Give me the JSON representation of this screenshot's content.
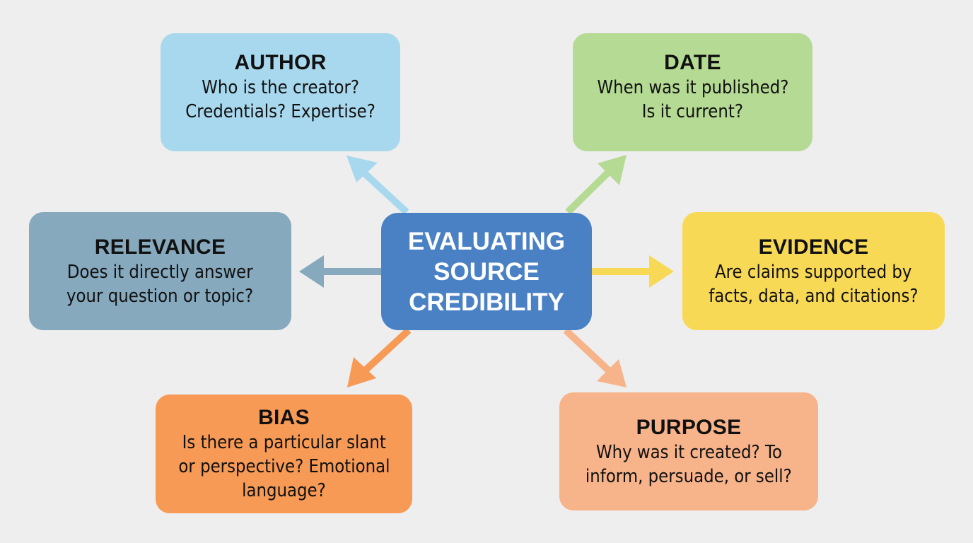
{
  "center": {
    "lines": [
      "EVALUATING",
      "SOURCE",
      "CREDIBILITY"
    ],
    "color": "#4a81c5"
  },
  "nodes": [
    {
      "id": "author",
      "title": "AUTHOR",
      "lines": [
        "Who is the creator?",
        "Credentials? Expertise?"
      ],
      "color": "#a8d8ed"
    },
    {
      "id": "date",
      "title": "DATE",
      "lines": [
        "When was it published?",
        "Is it current?"
      ],
      "color": "#b5da94"
    },
    {
      "id": "relevance",
      "title": "RELEVANCE",
      "lines": [
        "Does it directly answer",
        "your question or topic?"
      ],
      "color": "#86a9bd"
    },
    {
      "id": "evidence",
      "title": "EVIDENCE",
      "lines": [
        "Are claims supported by",
        "facts, data, and citations?"
      ],
      "color": "#f8d956"
    },
    {
      "id": "bias",
      "title": "BIAS",
      "lines": [
        "Is there a particular slant",
        "or perspective? Emotional",
        "language?"
      ],
      "color": "#f79a55"
    },
    {
      "id": "purpose",
      "title": "PURPOSE",
      "lines": [
        "Why was it created? To",
        "inform, persuade, or sell?"
      ],
      "color": "#f7b38a"
    }
  ],
  "arrow_colors": {
    "author": "#a8d8ed",
    "date": "#b5da94",
    "relevance": "#86a9bd",
    "evidence": "#f8d956",
    "bias": "#f79a55",
    "purpose": "#f7b38a"
  }
}
